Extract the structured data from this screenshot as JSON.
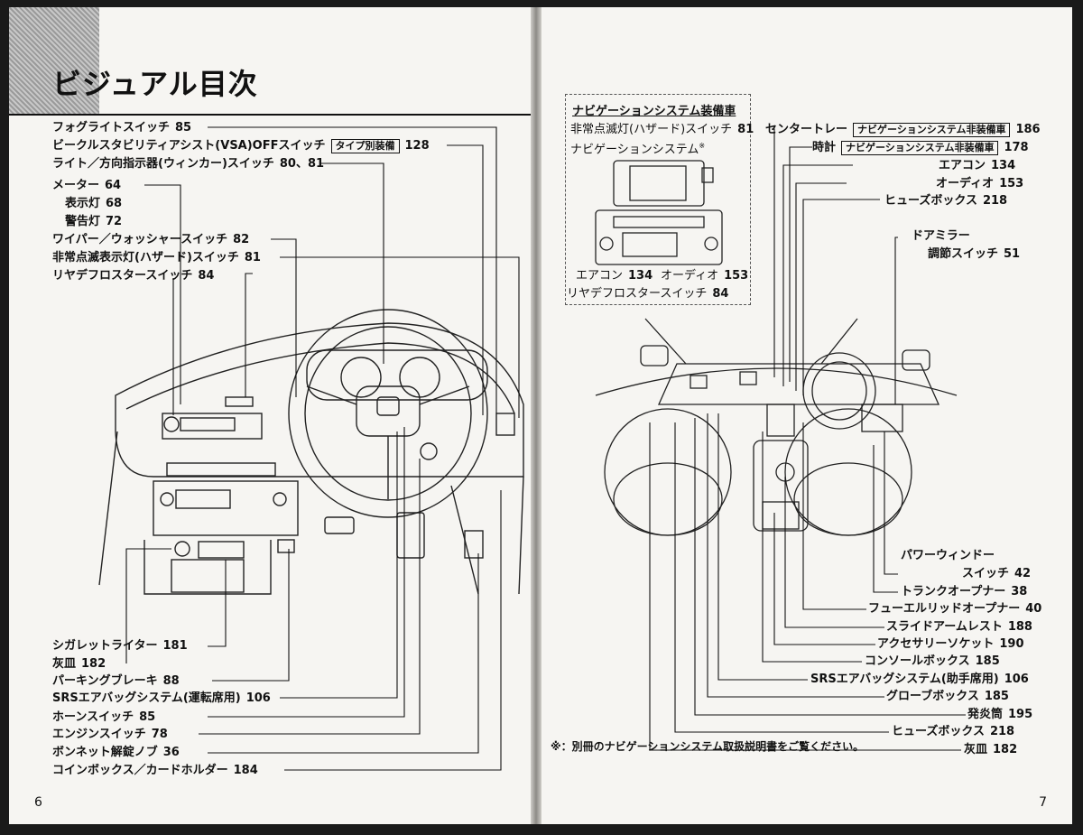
{
  "left": {
    "title": "ビジュアル目次",
    "page_number": "6",
    "labels": [
      {
        "text": "フォグライトスイッチ",
        "num": "85"
      },
      {
        "text": "ビークルスタビリティアシスト(VSA)OFFスイッチ",
        "box": "タイプ別装備",
        "num": "128"
      },
      {
        "text": "ライト／方向指示器(ウィンカー)スイッチ",
        "num": "80、81"
      },
      {
        "text": "メーター",
        "num": "64"
      },
      {
        "text": "表示灯",
        "num": "68"
      },
      {
        "text": "警告灯",
        "num": "72"
      },
      {
        "text": "ワイパー／ウォッシャースイッチ",
        "num": "82"
      },
      {
        "text": "非常点滅表示灯(ハザード)スイッチ",
        "num": "81"
      },
      {
        "text": "リヤデフロスタースイッチ",
        "num": "84"
      },
      {
        "text": "シガレットライター",
        "num": "181"
      },
      {
        "text": "灰皿",
        "num": "182"
      },
      {
        "text": "パーキングブレーキ",
        "num": "88"
      },
      {
        "text": "SRSエアバッグシステム(運転席用)",
        "num": "106"
      },
      {
        "text": "ホーンスイッチ",
        "num": "85"
      },
      {
        "text": "エンジンスイッチ",
        "num": "78"
      },
      {
        "text": "ボンネット解錠ノブ",
        "num": "36"
      },
      {
        "text": "コインボックス／カードホルダー",
        "num": "184"
      }
    ]
  },
  "right": {
    "page_number": "7",
    "nav": {
      "title": "ナビゲーションシステム装備車",
      "hazard": "非常点滅灯(ハザード)スイッチ",
      "hazard_num": "81",
      "navsys": "ナビゲーションシステム",
      "navsys_mark": "※",
      "aircon": "エアコン",
      "aircon_num": "134",
      "audio": "オーディオ",
      "audio_num": "153",
      "defrost": "リヤデフロスタースイッチ",
      "defrost_num": "84"
    },
    "labels_top": [
      {
        "text": "センタートレー",
        "box": "ナビゲーションシステム非装備車",
        "num": "186"
      },
      {
        "text": "時計",
        "box": "ナビゲーションシステム非装備車",
        "num": "178"
      },
      {
        "text": "エアコン",
        "num": "134"
      },
      {
        "text": "オーディオ",
        "num": "153"
      },
      {
        "text": "ヒューズボックス",
        "num": "218"
      },
      {
        "text": "ドアミラー",
        "num": ""
      },
      {
        "text": "調節スイッチ",
        "num": "51"
      }
    ],
    "labels_bottom": [
      {
        "text": "パワーウィンドー",
        "num": ""
      },
      {
        "text": "スイッチ",
        "num": "42"
      },
      {
        "text": "トランクオープナー",
        "num": "38"
      },
      {
        "text": "フューエルリッドオープナー",
        "num": "40"
      },
      {
        "text": "スライドアームレスト",
        "num": "188"
      },
      {
        "text": "アクセサリーソケット",
        "num": "190"
      },
      {
        "text": "コンソールボックス",
        "num": "185"
      },
      {
        "text": "SRSエアバッグシステム(助手席用)",
        "num": "106"
      },
      {
        "text": "グローブボックス",
        "num": "185"
      },
      {
        "text": "発炎筒",
        "num": "195"
      },
      {
        "text": "ヒューズボックス",
        "num": "218"
      },
      {
        "text": "灰皿",
        "num": "182"
      }
    ],
    "note": "※：別冊のナビゲーションシステム取扱説明書をご覧ください。"
  }
}
